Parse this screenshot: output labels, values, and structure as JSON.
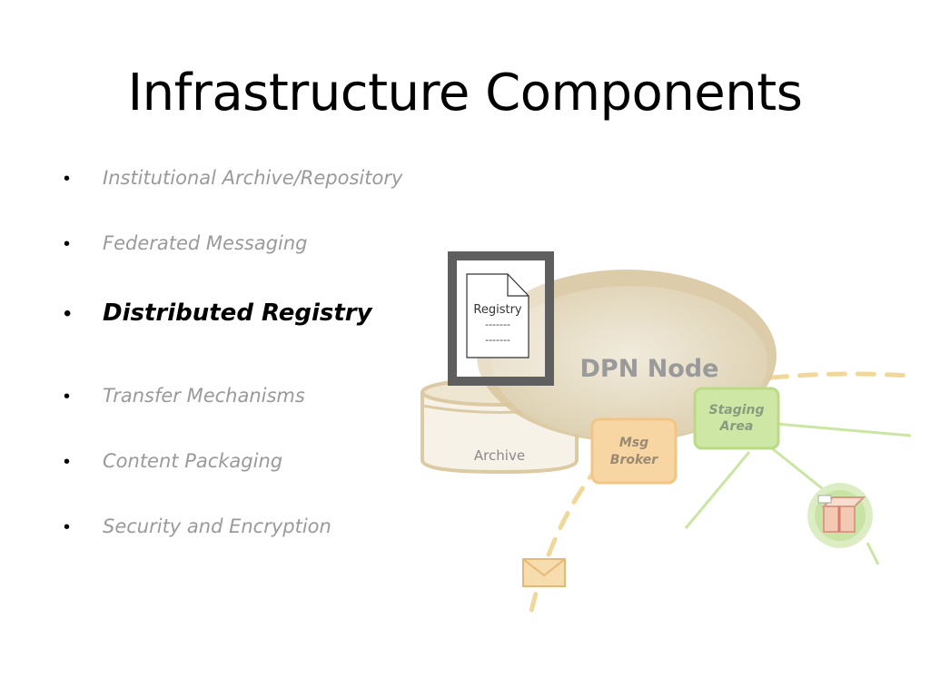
{
  "slide": {
    "title": "Infrastructure Components"
  },
  "bullets": [
    {
      "label": "Institutional Archive/Repository",
      "active": false
    },
    {
      "label": "Federated Messaging",
      "active": false
    },
    {
      "label": "Distributed Registry",
      "active": true
    },
    {
      "label": "Transfer Mechanisms",
      "active": false
    },
    {
      "label": "Content Packaging",
      "active": false
    },
    {
      "label": "Security and Encryption",
      "active": false
    }
  ],
  "diagram": {
    "node_label": "DPN Node",
    "archive_label": "Archive",
    "msg_broker_line1": "Msg",
    "msg_broker_line2": "Broker",
    "staging_line1": "Staging",
    "staging_line2": "Area",
    "registry_label": "Registry",
    "registry_dash1": "-------",
    "registry_dash2": "-------"
  },
  "colors": {
    "title": "#000000",
    "bullet_inactive": "#9a9a9a",
    "bullet_active": "#000000",
    "node_fill": "#e6dcc6",
    "node_stroke": "#d2bf98",
    "broker_fill": "#f8d9a8",
    "staging_fill": "#cfe7a6",
    "registry_frame": "#5f5f5f"
  }
}
